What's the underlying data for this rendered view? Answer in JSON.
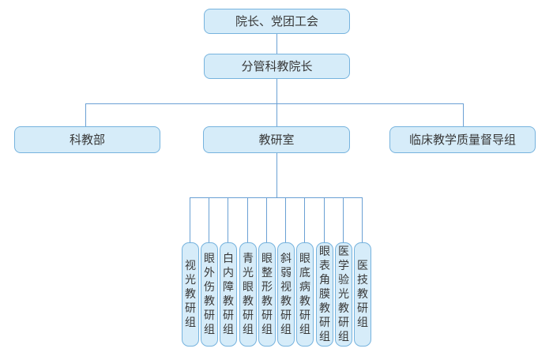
{
  "org_chart": {
    "title": "hospital-science-education-org-chart",
    "level1": {
      "label": "院长、党团工会"
    },
    "level2": {
      "label": "分管科教院长"
    },
    "level3": [
      {
        "label": "科教部"
      },
      {
        "label": "教研室"
      },
      {
        "label": "临床教学质量督导组"
      }
    ],
    "level4": [
      {
        "label": "视光教研组"
      },
      {
        "label": "眼外伤教研组"
      },
      {
        "label": "白内障教研组"
      },
      {
        "label": "青光眼教研组"
      },
      {
        "label": "眼整形教研组"
      },
      {
        "label": "斜弱视教研组"
      },
      {
        "label": "眼底病教研组"
      },
      {
        "label": "眼表角膜教研组"
      },
      {
        "label": "医学验光教研组"
      },
      {
        "label": "医技教研组"
      }
    ]
  },
  "colors": {
    "box_fill": "#d6ecf9",
    "box_border": "#76b3de",
    "connector": "#6aa0d4",
    "text": "#383838"
  }
}
